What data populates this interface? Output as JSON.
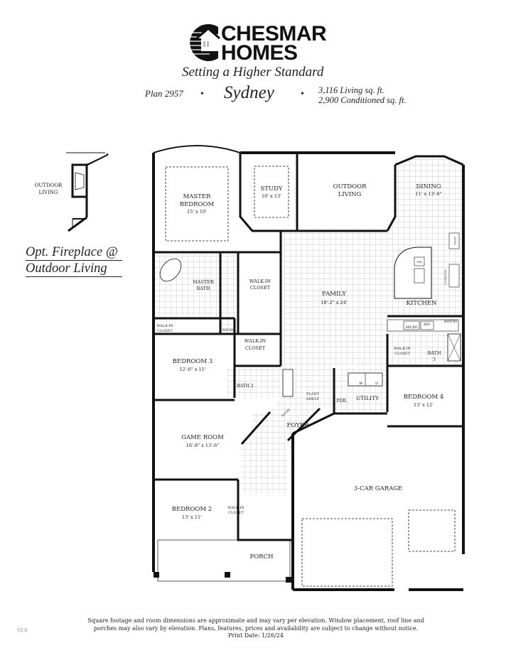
{
  "header": {
    "brand_line1": "CHESMAR",
    "brand_line2": "HOMES",
    "tagline": "Setting a Higher Standard",
    "plan_number": "Plan 2957",
    "bullet": "•",
    "plan_name": "Sydney",
    "living_sqft": "3,116 Living sq. ft.",
    "conditioned_sqft": "2,900 Conditioned sq. ft."
  },
  "option_inset": {
    "room_label_line1": "OUTDOOR",
    "room_label_line2": "LIVING",
    "note_line1": "Opt. Fireplace @",
    "note_line2": "Outdoor Living"
  },
  "rooms": {
    "master_bedroom": {
      "name1": "MASTER",
      "name2": "BEDROOM",
      "dims": "15' x 19'"
    },
    "study": {
      "name": "STUDY",
      "dims": "10' x 13'"
    },
    "outdoor_living": {
      "name1": "OUTDOOR",
      "name2": "LIVING"
    },
    "dining": {
      "name": "DINING",
      "dims": "11' x 13'-6\""
    },
    "master_bath": {
      "name1": "MASTER",
      "name2": "BATH"
    },
    "master_walkin": {
      "name1": "WALK-IN",
      "name2": "CLOSET"
    },
    "family": {
      "name": "FAMILY",
      "dims": "18'-2\" x 24'"
    },
    "kitchen": {
      "name": "KITCHEN"
    },
    "walkin_closet_small": {
      "name1": "WALK-IN",
      "name2": "CLOSET"
    },
    "niche": {
      "name": "NICHE"
    },
    "walkin_closet_2": {
      "name1": "WALK-IN",
      "name2": "CLOSET"
    },
    "bedroom3": {
      "name": "BEDROOM 3",
      "dims": "12'-6\" x 11'"
    },
    "bath2": {
      "name": "BATH 2"
    },
    "plant_shelf": {
      "name1": "PLANT",
      "name2": "SHELF"
    },
    "powder": {
      "name": "PDR."
    },
    "utility": {
      "name": "UTILITY",
      "washer": "W",
      "dryer": "D"
    },
    "bed4_walkin": {
      "name1": "WALK-IN",
      "name2": "CLOSET"
    },
    "bath3": {
      "name1": "BATH",
      "name2": "3"
    },
    "bedroom4": {
      "name": "BEDROOM 4",
      "dims": "13' x 12'"
    },
    "foyer": {
      "name": "FOYER"
    },
    "niche_foyer": {
      "name": "NICHE"
    },
    "game_room": {
      "name": "GAME ROOM",
      "dims": "16'-8\" x 13'-6\""
    },
    "garage": {
      "name": "3-CAR GARAGE"
    },
    "bedroom2": {
      "name": "BEDROOM 2",
      "dims": "13' x 11'"
    },
    "bed2_walkin": {
      "name1": "WALK-IN",
      "name2": "CLOSET"
    },
    "porch": {
      "name": "PORCH"
    }
  },
  "appliances": {
    "oven": "OVEN",
    "cooktop": "COOKTOP",
    "dishwasher": "DW",
    "micro": "MICRO",
    "ref": "REF",
    "pantry": "PANTRY"
  },
  "footer": {
    "disclaimer_line1": "Square footage and room dimensions are approximate and may vary per elevation. Window placement, roof line and",
    "disclaimer_line2": "porches may also vary by elevation. Plans, features, prices and availability are subject to change without notice.",
    "print_date": "Print Date: 1/26/24",
    "version": "V2.0"
  }
}
